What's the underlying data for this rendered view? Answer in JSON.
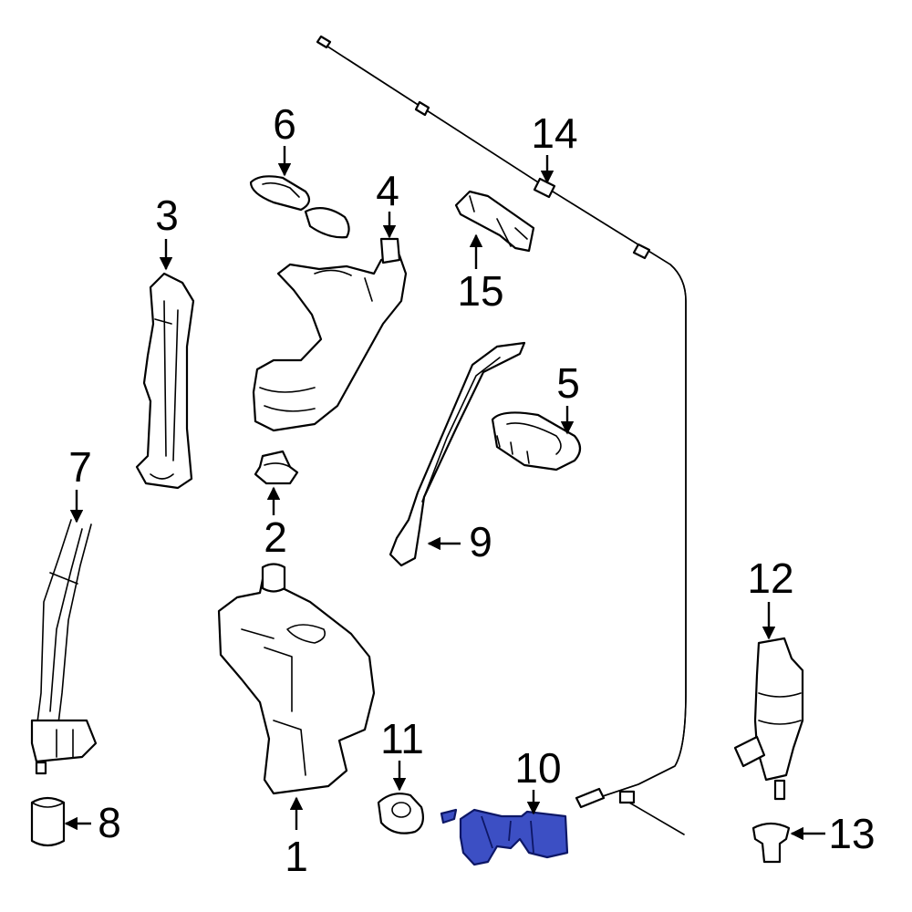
{
  "diagram": {
    "highlight_color": "#3c4fc4",
    "line_color": "#000000",
    "background": "#ffffff",
    "callouts": [
      {
        "id": "1",
        "label": "1",
        "part": "washer-reservoir"
      },
      {
        "id": "2",
        "label": "2",
        "part": "grommet"
      },
      {
        "id": "3",
        "label": "3",
        "part": "bracket"
      },
      {
        "id": "4",
        "label": "4",
        "part": "filler-neck"
      },
      {
        "id": "5",
        "label": "5",
        "part": "seal-ring"
      },
      {
        "id": "6",
        "label": "6",
        "part": "cap"
      },
      {
        "id": "7",
        "label": "7",
        "part": "hose-assembly"
      },
      {
        "id": "8",
        "label": "8",
        "part": "connector"
      },
      {
        "id": "9",
        "label": "9",
        "part": "hose"
      },
      {
        "id": "10",
        "label": "10",
        "part": "level-sensor",
        "highlighted": true
      },
      {
        "id": "11",
        "label": "11",
        "part": "seal"
      },
      {
        "id": "12",
        "label": "12",
        "part": "washer-pump"
      },
      {
        "id": "13",
        "label": "13",
        "part": "pump-grommet"
      },
      {
        "id": "14",
        "label": "14",
        "part": "washer-hose"
      },
      {
        "id": "15",
        "label": "15",
        "part": "hose-clip"
      }
    ]
  }
}
